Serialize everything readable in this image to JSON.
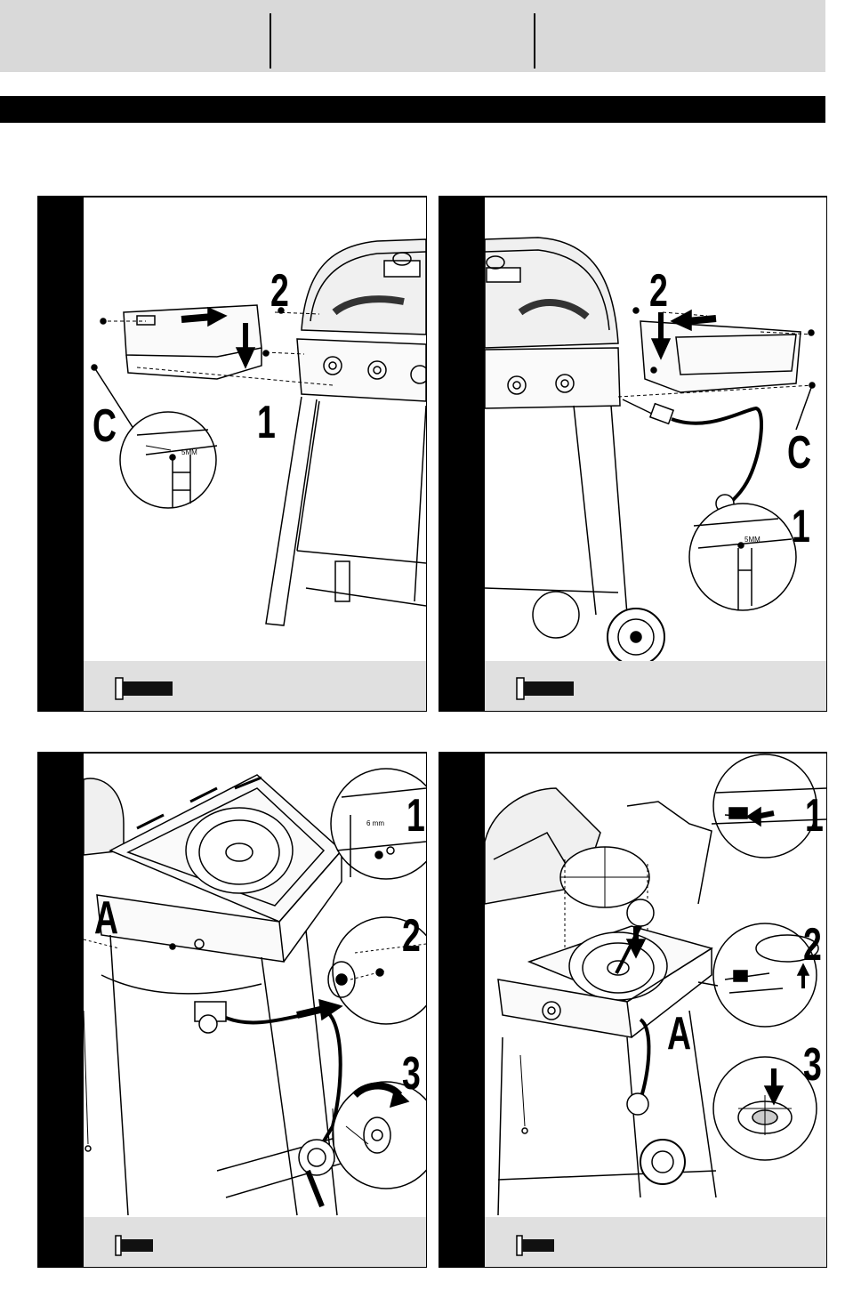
{
  "panels": [
    {
      "labels": {
        "step1": "1",
        "step2": "2",
        "part": "C",
        "measure": "5MM"
      },
      "icons": [
        "grill-illustration",
        "side-shelf-illustration",
        "detail-zoom-circle",
        "bolt-icon"
      ]
    },
    {
      "labels": {
        "step1": "1",
        "step2": "2",
        "part": "C",
        "measure": "5MM"
      },
      "icons": [
        "grill-illustration",
        "side-shelf-illustration",
        "detail-zoom-circle",
        "bolt-icon"
      ]
    },
    {
      "labels": {
        "step1": "1",
        "step2": "2",
        "step3": "3",
        "part": "A",
        "measure": "6 mm"
      },
      "icons": [
        "side-burner-illustration",
        "detail-zoom-circle",
        "bolt-icon"
      ]
    },
    {
      "labels": {
        "step1": "1",
        "step2": "2",
        "step3": "3",
        "part": "A"
      },
      "icons": [
        "side-burner-illustration",
        "detail-zoom-circle",
        "bolt-icon"
      ]
    }
  ]
}
